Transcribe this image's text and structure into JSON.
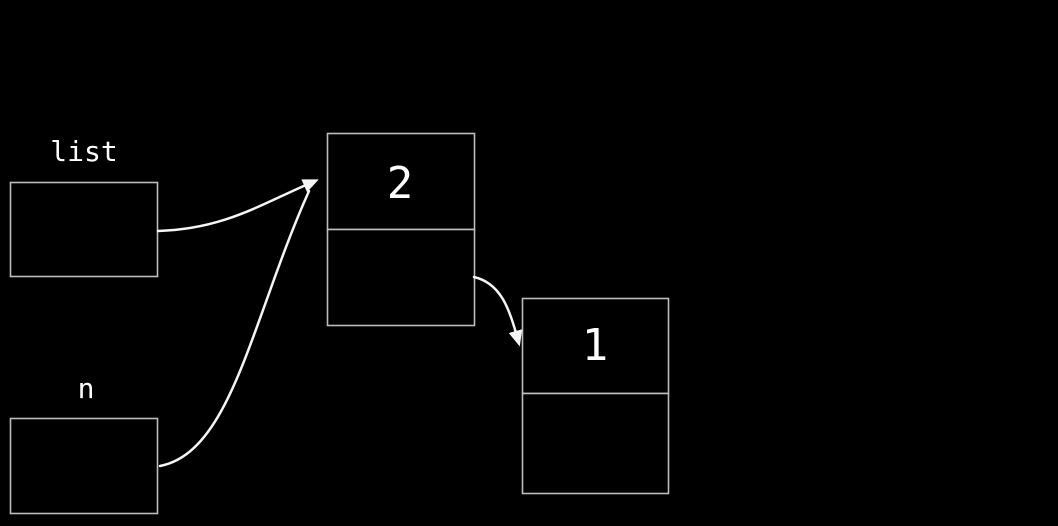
{
  "diagram": {
    "kind": "linked-list",
    "pointers": [
      {
        "id": "list",
        "label": "list",
        "points_to": "node-2"
      },
      {
        "id": "n",
        "label": "n",
        "points_to": "node-2"
      }
    ],
    "nodes": [
      {
        "id": "node-2",
        "value": "2",
        "next": "node-1"
      },
      {
        "id": "node-1",
        "value": "1",
        "next": ""
      }
    ],
    "arrows": [
      {
        "from": "list",
        "to": "node-2"
      },
      {
        "from": "n",
        "to": "node-2"
      },
      {
        "from": "node-2-next-cell",
        "to": "node-1"
      }
    ],
    "colors": {
      "background": "#000000",
      "box_border": "#bdbdbd",
      "arrow": "#f5f5f5",
      "text": "#ffffff"
    }
  }
}
